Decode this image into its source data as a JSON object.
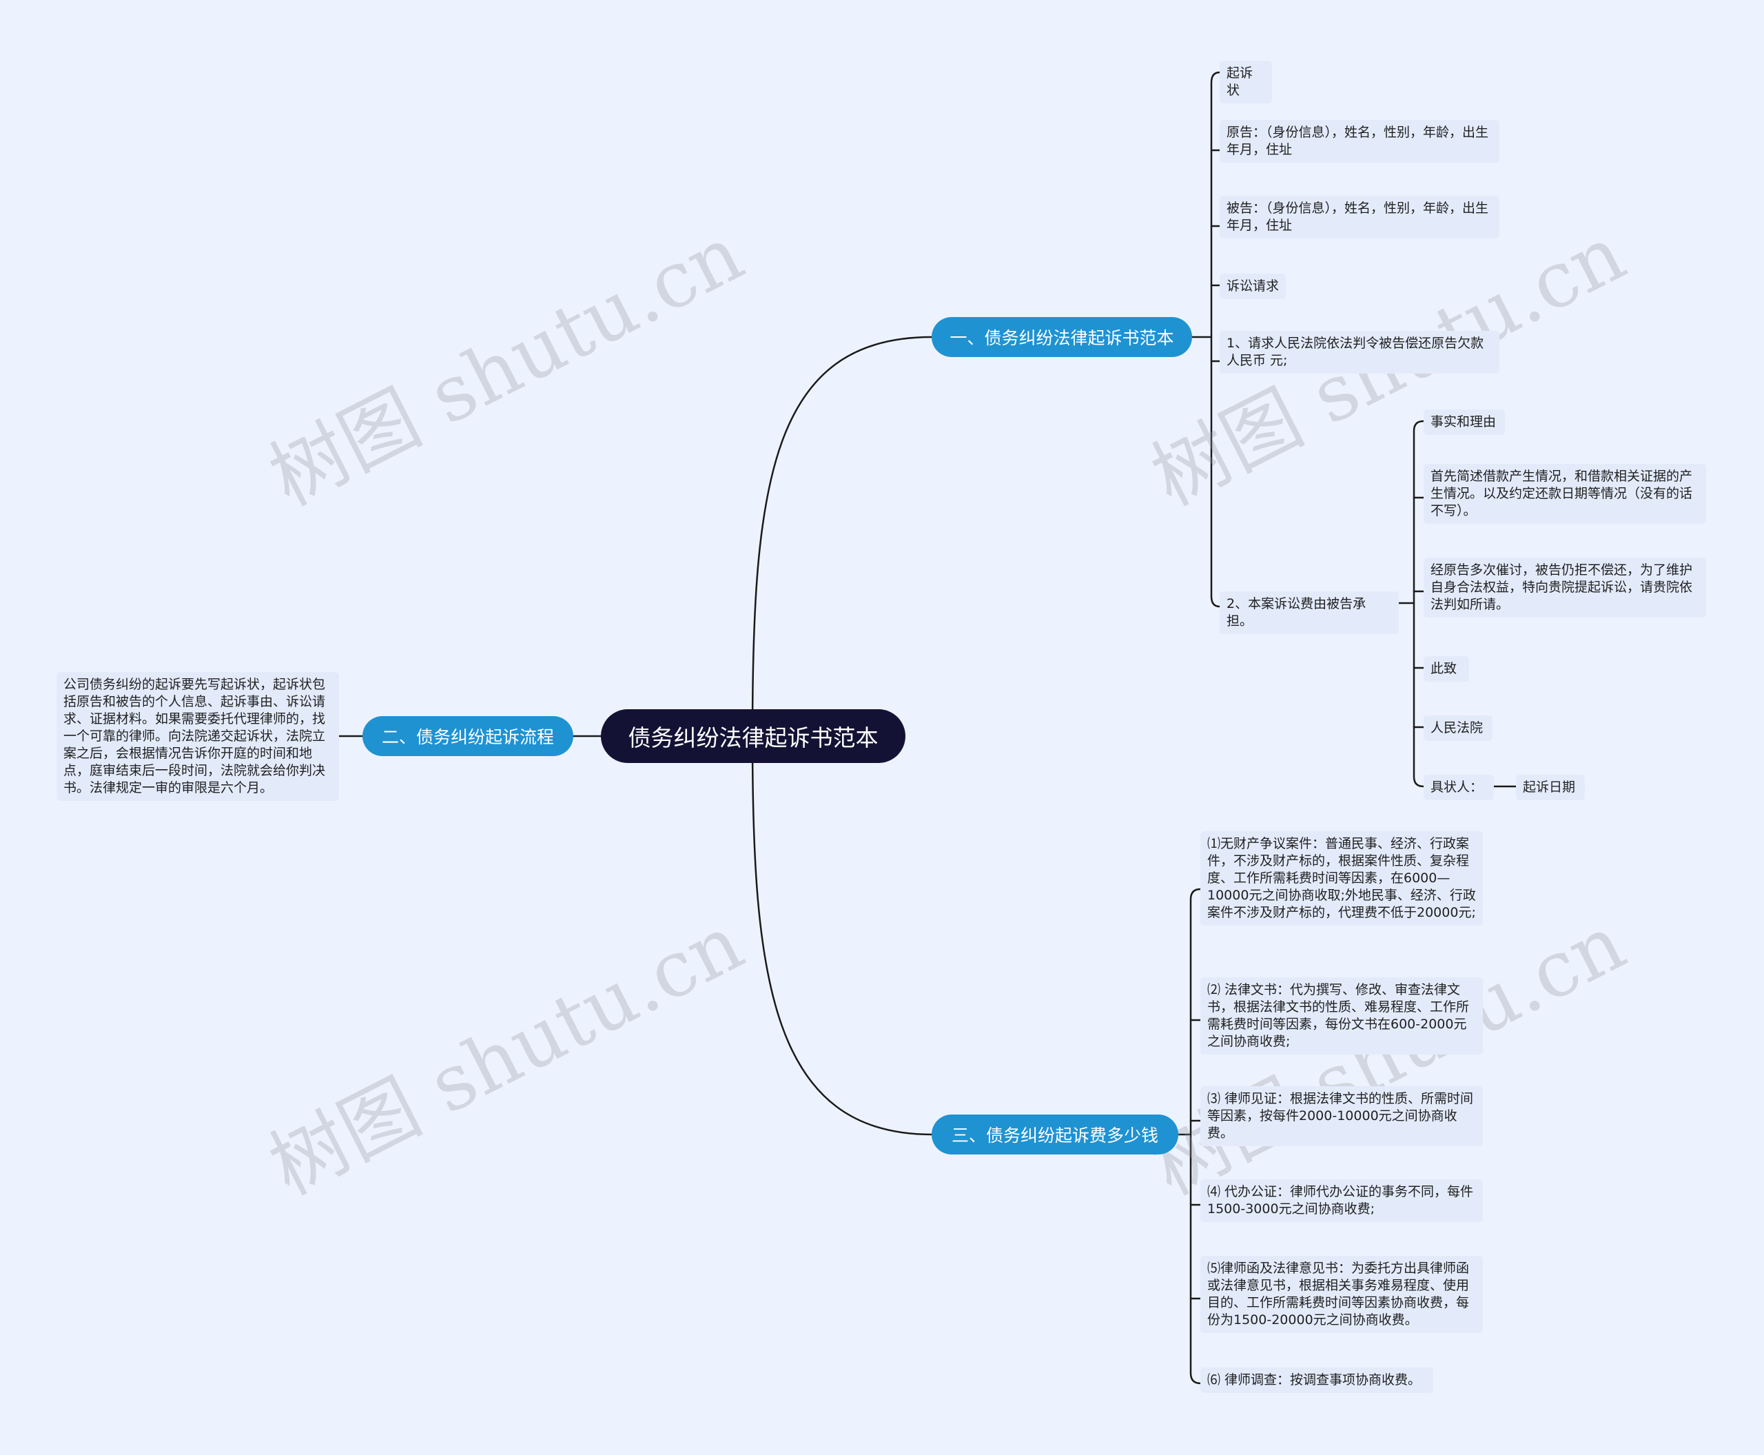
{
  "root": {
    "label": "债务纠纷法律起诉书范本"
  },
  "branch1": {
    "label": "一、债务纠纷法律起诉书范本",
    "items": [
      "起诉状",
      "原告：（身份信息），姓名，性别，年龄，出生年月，住址",
      "被告：（身份信息），姓名，性别，年龄，出生年月，住址",
      "诉讼请求",
      "1、请求人民法院依法判令被告偿还原告欠款人民币 元;",
      "2、本案诉讼费由被告承担。"
    ],
    "sub_items": [
      "事实和理由",
      "首先简述借款产生情况，和借款相关证据的产生情况。以及约定还款日期等情况（没有的话不写）。",
      "经原告多次催讨，被告仍拒不偿还，为了维护自身合法权益，特向贵院提起诉讼，请贵院依法判如所请。",
      "此致",
      "人民法院",
      "具状人："
    ],
    "date_item": "起诉日期"
  },
  "branch2": {
    "label": "二、债务纠纷起诉流程",
    "text": "公司债务纠纷的起诉要先写起诉状，起诉状包括原告和被告的个人信息、起诉事由、诉讼请求、证据材料。如果需要委托代理律师的，找一个可靠的律师。向法院递交起诉状，法院立案之后，会根据情况告诉你开庭的时间和地点，庭审结束后一段时间，法院就会给你判决书。法律规定一审的审限是六个月。"
  },
  "branch3": {
    "label": "三、债务纠纷起诉费多少钱",
    "items": [
      "⑴无财产争议案件：普通民事、经济、行政案件，不涉及财产标的，根据案件性质、复杂程度、工作所需耗费时间等因素，在6000—10000元之间协商收取;外地民事、经济、行政案件不涉及财产标的，代理费不低于20000元;",
      "⑵ 法律文书：代为撰写、修改、审查法律文书，根据法律文书的性质、难易程度、工作所需耗费时间等因素，每份文书在600-2000元之间协商收费;",
      "⑶ 律师见证：根据法律文书的性质、所需时间等因素，按每件2000-10000元之间协商收费。",
      "⑷ 代办公证：律师代办公证的事务不同，每件1500-3000元之间协商收费;",
      "⑸律师函及法律意见书：为委托方出具律师函或法律意见书，根据相关事务难易程度、使用目的、工作所需耗费时间等因素协商收费，每份为1500-20000元之间协商收费。",
      "⑹ 律师调查：按调查事项协商收费。"
    ]
  },
  "watermark": "树图 shutu.cn",
  "colors": {
    "background": "#edf3fe",
    "root": "#141234",
    "branch": "#1f92d2",
    "leaf": "#e3ebfb",
    "line": "#1a1a1a"
  }
}
